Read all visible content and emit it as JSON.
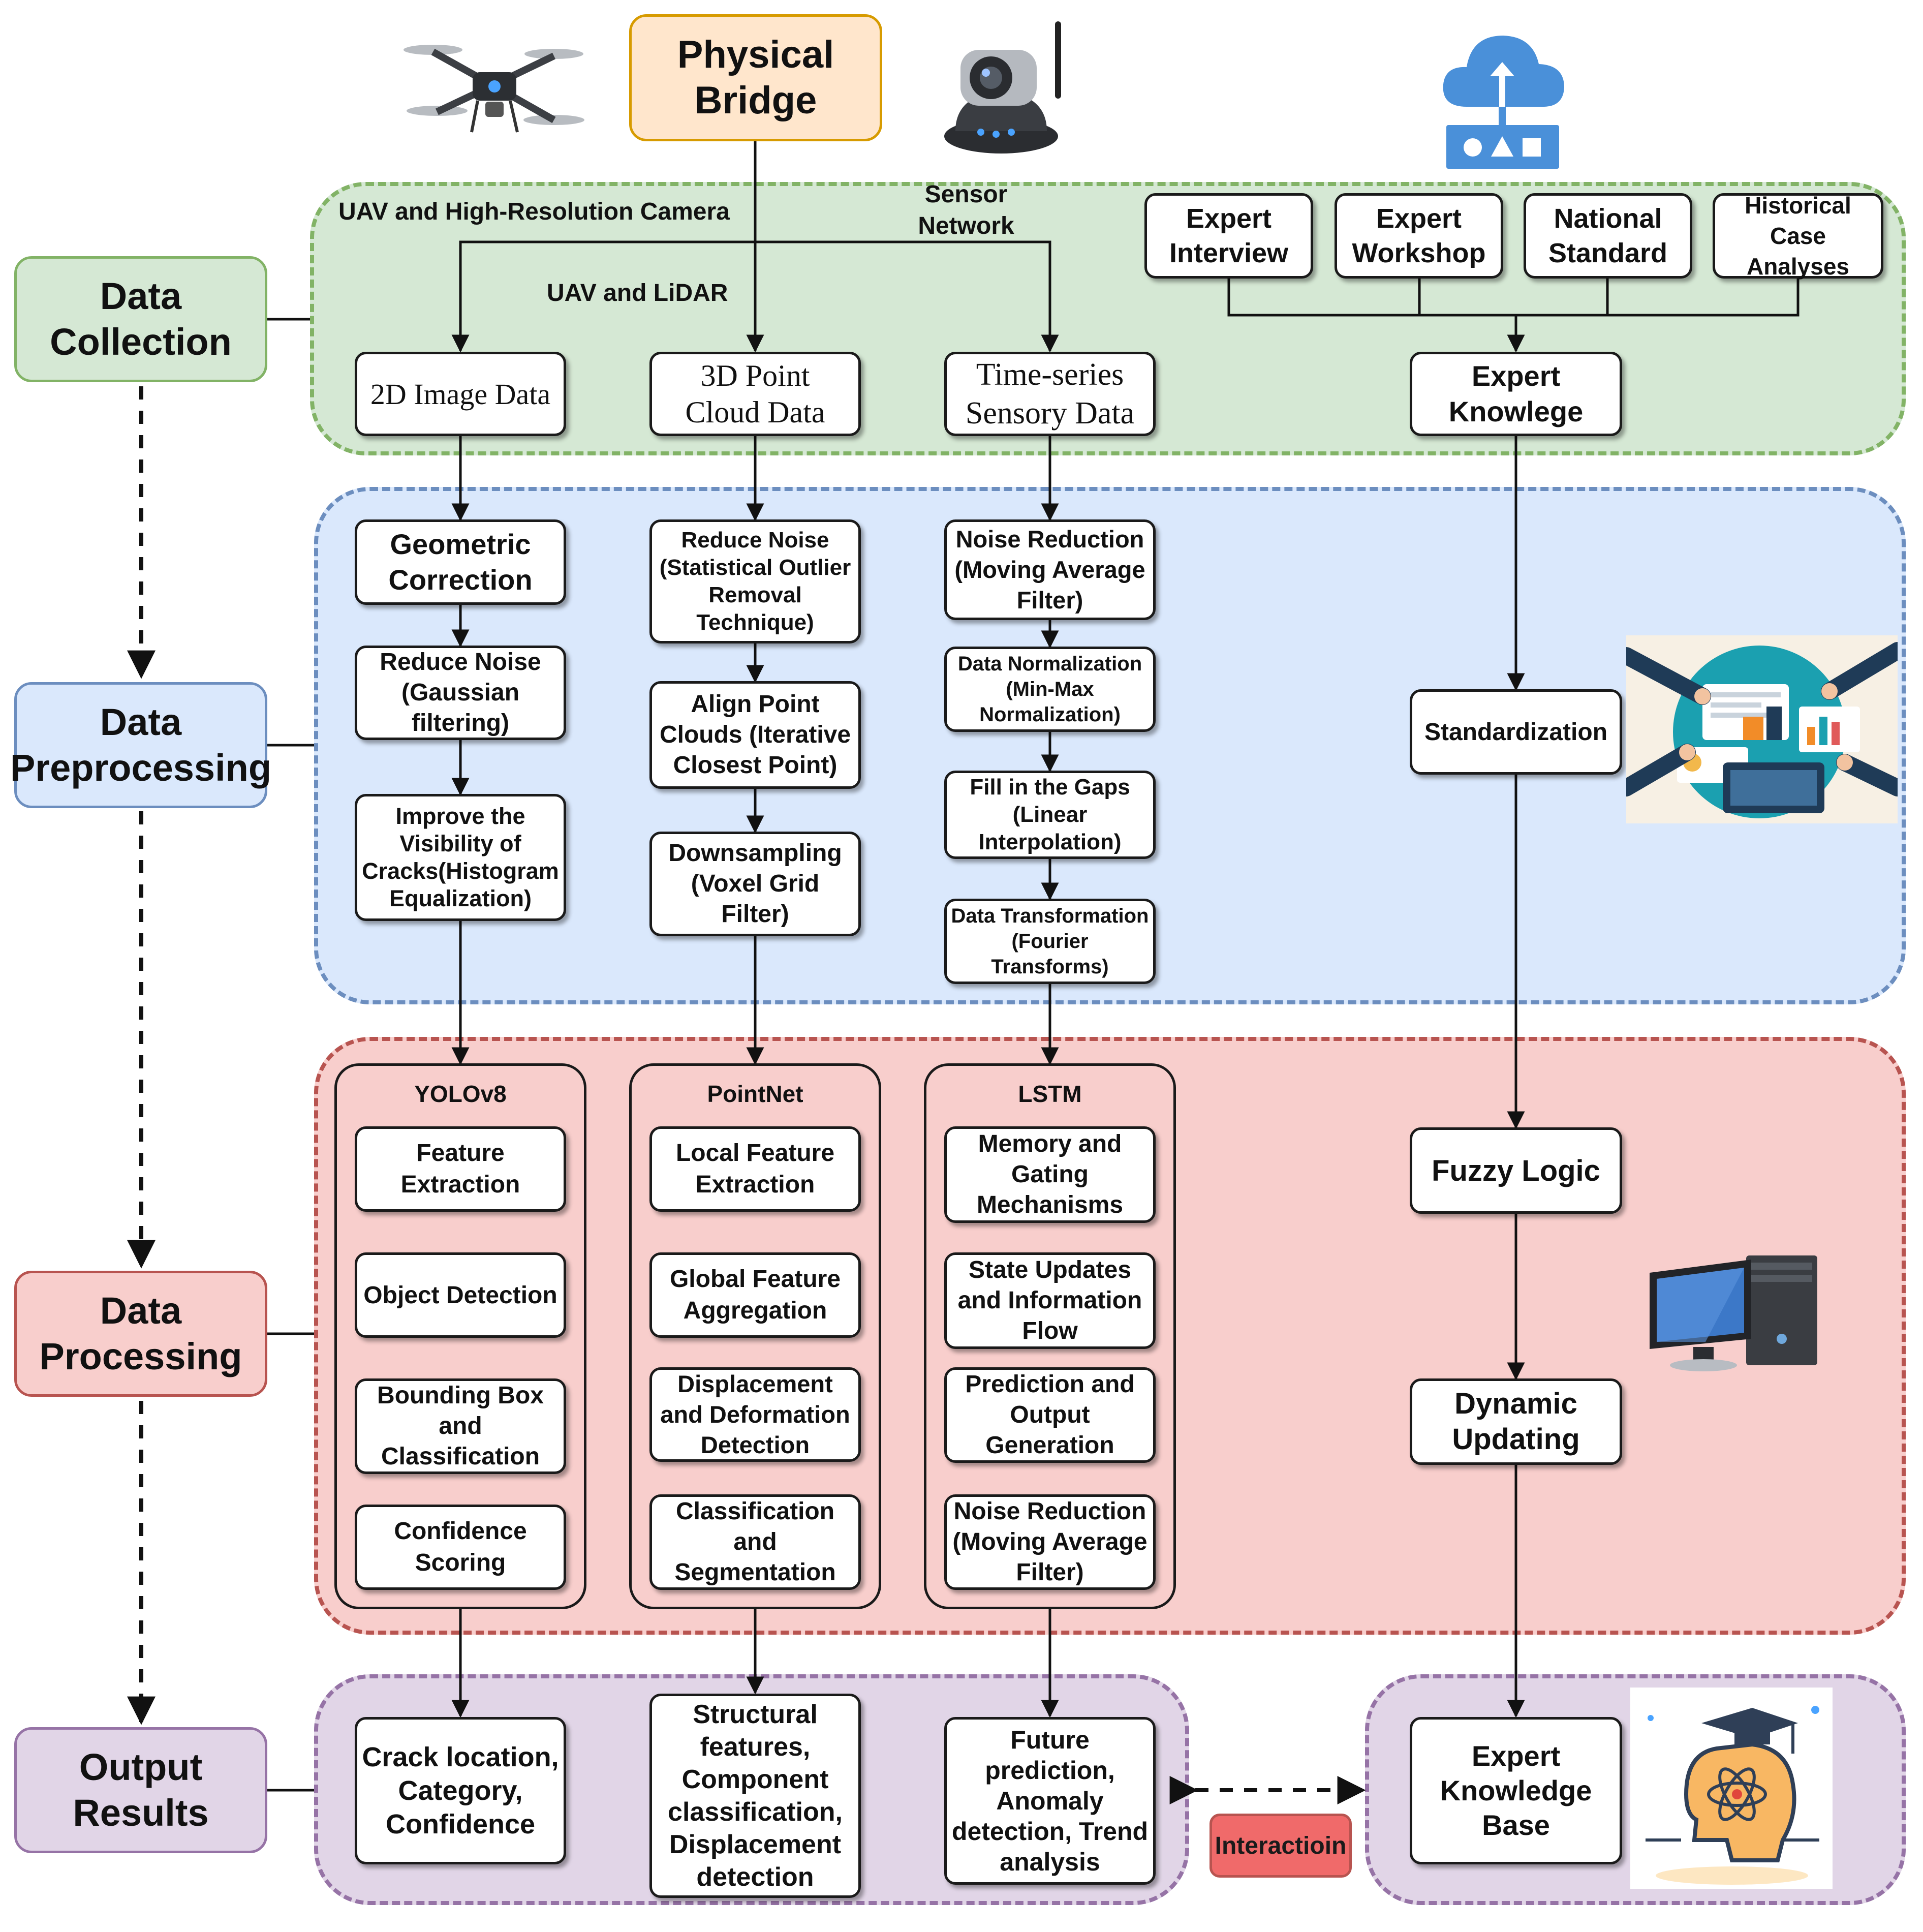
{
  "top": {
    "physical_bridge": "Physical\nBridge",
    "uav_camera_label": "UAV and High-Resolution Camera",
    "uav_lidar_label": "UAV and LiDAR",
    "sensor_network_label": "Sensor\nNetwork"
  },
  "stages": {
    "collection": "Data\nCollection",
    "preprocessing": "Data\nPreprocessing",
    "processing": "Data\nProcessing",
    "output": "Output\nResults"
  },
  "collection": {
    "image_data": "2D Image Data",
    "point_cloud": "3D Point\nCloud Data",
    "time_series": "Time-series\nSensory Data",
    "expert_knowledge": "Expert\nKnowlege",
    "sources": [
      "Expert\nInterview",
      "Expert\nWorkshop",
      "National\nStandard",
      "Historical\nCase\nAnalyses"
    ]
  },
  "preprocessing": {
    "image": [
      "Geometric\nCorrection",
      "Reduce Noise\n(Gaussian\nfiltering)",
      "Improve the\nVisibility of\nCracks(Histogram\nEqualization)"
    ],
    "point": [
      "Reduce Noise\n(Statistical Outlier\nRemoval\nTechnique)",
      "Align Point\nClouds (Iterative\nClosest Point)",
      "Downsampling\n(Voxel Grid\nFilter)"
    ],
    "series": [
      "Noise Reduction\n(Moving Average\nFilter)",
      "Data Normalization\n(Min-Max\nNormalization)",
      "Fill in the Gaps\n(Linear\nInterpolation)",
      "Data Transformation\n(Fourier\nTransforms)"
    ],
    "standardization": "Standardization"
  },
  "processing": {
    "yolo": {
      "title": "YOLOv8",
      "steps": [
        "Feature\nExtraction",
        "Object Detection",
        "Bounding Box\nand\nClassification",
        "Confidence\nScoring"
      ]
    },
    "pointnet": {
      "title": "PointNet",
      "steps": [
        "Local Feature\nExtraction",
        "Global Feature\nAggregation",
        "Displacement\nand Deformation\nDetection",
        "Classification\nand\nSegmentation"
      ]
    },
    "lstm": {
      "title": "LSTM",
      "steps": [
        "Memory and\nGating\nMechanisms",
        "State Updates\nand Information\nFlow",
        "Prediction and\nOutput\nGeneration",
        "Noise Reduction\n(Moving Average\nFilter)"
      ]
    },
    "fuzzy_logic": "Fuzzy Logic",
    "dynamic_updating": "Dynamic\nUpdating"
  },
  "output": {
    "crack": "Crack location,\nCategory,\nConfidence",
    "structural": "Structural\nfeatures,\nComponent\nclassification,\nDisplacement\ndetection",
    "future": "Future\nprediction,\nAnomaly\ndetection, Trend\nanalysis",
    "expert_kb": "Expert\nKnowledge\nBase",
    "interaction": "Interactioin"
  },
  "icons": [
    "drone-icon",
    "camera-icon",
    "cloud-network-icon",
    "teamwork-illustration-icon",
    "desktop-computer-icon",
    "expert-head-icon"
  ],
  "colors": {
    "collection_fill": "#d5e8d4",
    "collection_stroke": "#82b366",
    "preprocessing_fill": "#dae8fc",
    "preprocessing_stroke": "#6c8ebf",
    "processing_fill": "#f8cecc",
    "processing_stroke": "#b85450",
    "output_fill": "#e1d5e7",
    "output_stroke": "#9673a6",
    "bridge_fill": "#ffe6cc",
    "bridge_stroke": "#d79b00",
    "interaction_fill": "#f06a6a"
  }
}
